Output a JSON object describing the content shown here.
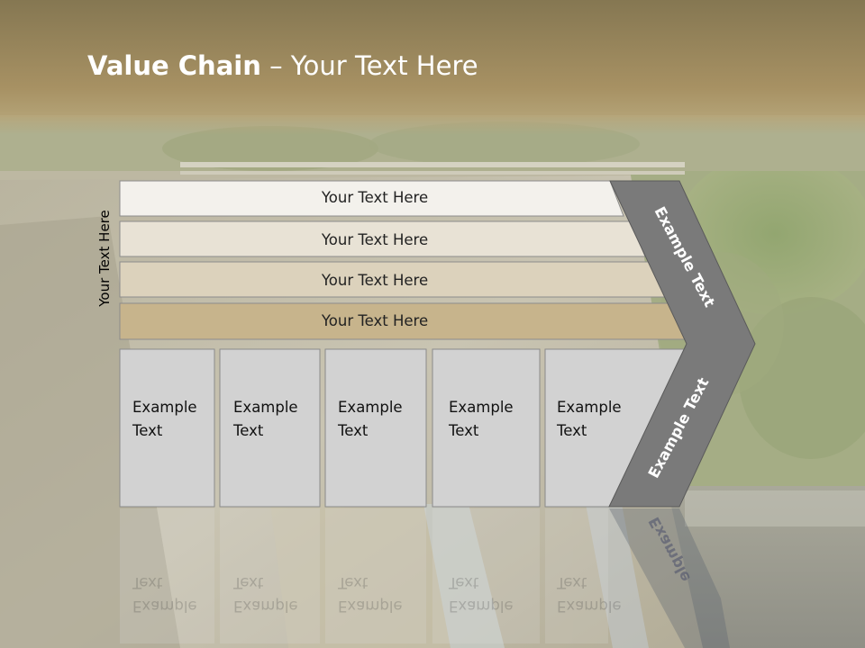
{
  "slide": {
    "title_bold": "Value Chain",
    "title_rest": " – Your Text Here",
    "side_label": "Your Text Here"
  },
  "bars": [
    {
      "label": "Your Text Here",
      "fill": "#f3f1ec"
    },
    {
      "label": "Your Text Here",
      "fill": "#e8e2d5"
    },
    {
      "label": "Your Text Here",
      "fill": "#dcd2bc"
    },
    {
      "label": "Your Text Here",
      "fill": "#c7b48c"
    }
  ],
  "boxes": [
    {
      "line1": "Example",
      "line2": "Text"
    },
    {
      "line1": "Example",
      "line2": "Text"
    },
    {
      "line1": "Example",
      "line2": "Text"
    },
    {
      "line1": "Example",
      "line2": "Text"
    },
    {
      "line1": "Example",
      "line2": "Text"
    }
  ],
  "chevron": {
    "upper_label": "Example Text",
    "lower_label": "Example Text",
    "fill": "#7a7a7a"
  },
  "colors": {
    "header_band": "#a48e5e",
    "box_fill": "#d2d2d2",
    "box_border": "#8a8a8a"
  }
}
